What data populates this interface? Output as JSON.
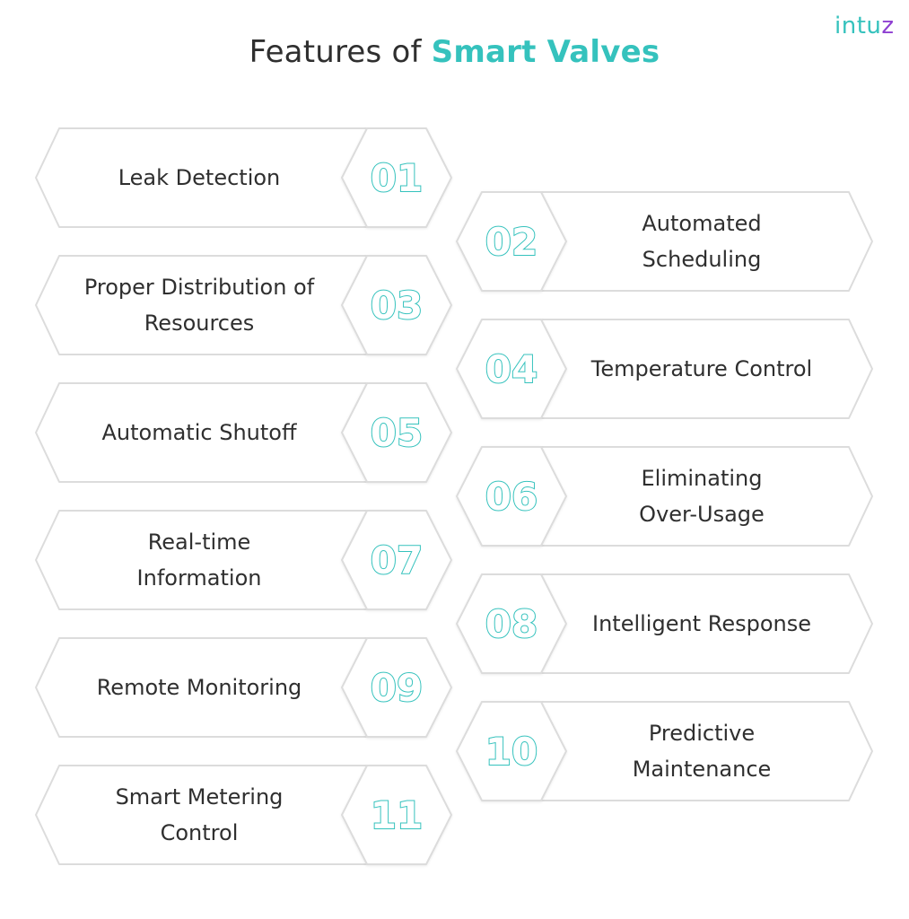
{
  "title": {
    "prefix": "Features of",
    "accent": "Smart Valves"
  },
  "logo": {
    "main": "intu",
    "tail": "z"
  },
  "colors": {
    "accent": "#35c2bd",
    "logo_tail": "#8e3fd1",
    "text": "#2f2f2f",
    "card_border": "#dcdcdc"
  },
  "features": [
    {
      "number": "01",
      "lines": [
        "Leak Detection"
      ]
    },
    {
      "number": "02",
      "lines": [
        "Automated",
        "Scheduling"
      ]
    },
    {
      "number": "03",
      "lines": [
        "Proper Distribution of",
        "Resources"
      ]
    },
    {
      "number": "04",
      "lines": [
        "Temperature Control"
      ]
    },
    {
      "number": "05",
      "lines": [
        "Automatic Shutoff"
      ]
    },
    {
      "number": "06",
      "lines": [
        "Eliminating",
        "Over-Usage"
      ]
    },
    {
      "number": "07",
      "lines": [
        "Real-time",
        "Information"
      ]
    },
    {
      "number": "08",
      "lines": [
        "Intelligent Response"
      ]
    },
    {
      "number": "09",
      "lines": [
        "Remote Monitoring"
      ]
    },
    {
      "number": "10",
      "lines": [
        "Predictive",
        "Maintenance"
      ]
    },
    {
      "number": "11",
      "lines": [
        "Smart Metering",
        "Control"
      ]
    }
  ]
}
